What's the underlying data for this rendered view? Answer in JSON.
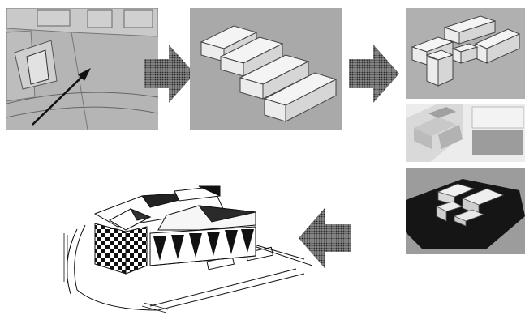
{
  "figure": {
    "type": "design-process-diagram",
    "steps": [
      {
        "id": "site-plan",
        "icon": "site-plan-icon"
      },
      {
        "id": "massing-blocks",
        "icon": "parallel-blocks-icon"
      },
      {
        "id": "block-arrangement",
        "icon": "cross-blocks-icon"
      },
      {
        "id": "render-color",
        "icon": "color-render-icon"
      },
      {
        "id": "site-model",
        "icon": "dark-site-model-icon"
      },
      {
        "id": "final-sketch",
        "icon": "building-sketch-icon"
      }
    ],
    "arrows": [
      "right-arrow",
      "right-arrow",
      "left-arrow"
    ],
    "colors": {
      "panel_gray": "#a9a9a9",
      "panel_light": "#e4e4e4",
      "arrow_dark": "#4a4a4a",
      "block_face": "#f4f4f4",
      "block_side": "#d6d6d6",
      "dark_site": "#151515"
    }
  }
}
